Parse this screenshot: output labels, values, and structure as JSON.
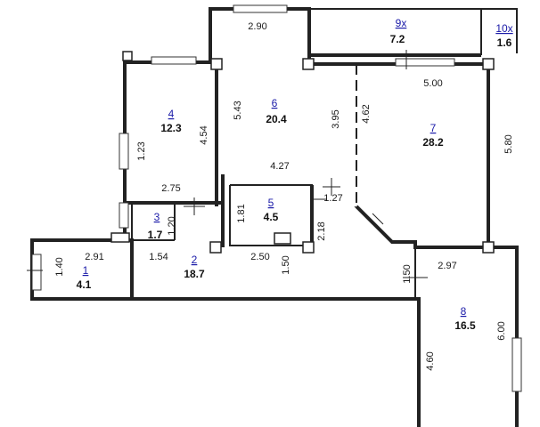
{
  "rooms": [
    {
      "id": "1",
      "number": "1",
      "area": "4.1"
    },
    {
      "id": "2",
      "number": "2",
      "area": "18.7"
    },
    {
      "id": "3",
      "number": "3",
      "area": "1.7"
    },
    {
      "id": "4",
      "number": "4",
      "area": "12.3"
    },
    {
      "id": "5",
      "number": "5",
      "area": "4.5"
    },
    {
      "id": "6",
      "number": "6",
      "area": "20.4"
    },
    {
      "id": "7",
      "number": "7",
      "area": "28.2"
    },
    {
      "id": "8",
      "number": "8",
      "area": "16.5"
    },
    {
      "id": "9x",
      "number": "9х",
      "area": "7.2"
    },
    {
      "id": "10x",
      "number": "10х",
      "area": "1.6"
    }
  ],
  "dimensions": {
    "d_2_90": "2.90",
    "d_5_00": "5.00",
    "d_5_43": "5.43",
    "d_3_95": "3.95",
    "d_4_62": "4.62",
    "d_5_80": "5.80",
    "d_4_54": "4.54",
    "d_1_23": "1.23",
    "d_4_27": "4.27",
    "d_2_75": "2.75",
    "d_1_27": "1.27",
    "d_1_81": "1.81",
    "d_2_18": "2.18",
    "d_1_20": "1.20",
    "d_2_91": "2.91",
    "d_1_54": "1.54",
    "d_2_50": "2.50",
    "d_1_50a": "1.50",
    "d_1_50b": "1.50",
    "d_2_97": "2.97",
    "d_1_40": "1.40",
    "d_6_00": "6.00",
    "d_4_60": "4.60"
  }
}
